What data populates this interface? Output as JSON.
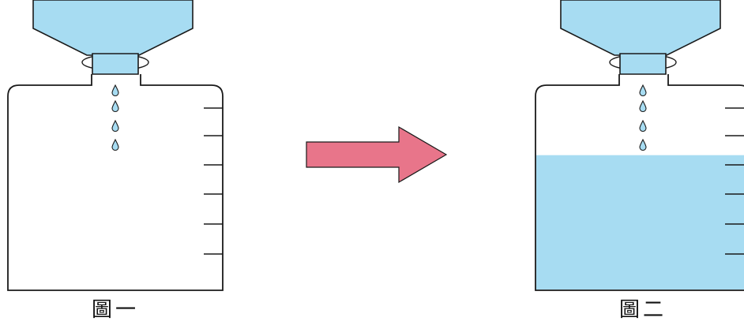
{
  "figures": [
    {
      "caption": "圖一",
      "water_fill_fraction": 0,
      "drop_count": 4,
      "scale_marks": 6
    },
    {
      "caption": "圖二",
      "water_fill_fraction": 0.66,
      "drop_count": 4,
      "scale_marks": 6
    }
  ],
  "arrow": {
    "direction": "right",
    "color": "#e8758a"
  },
  "colors": {
    "water": "#a7dcf2",
    "outline": "#1a1a1a",
    "background": "#ffffff"
  }
}
